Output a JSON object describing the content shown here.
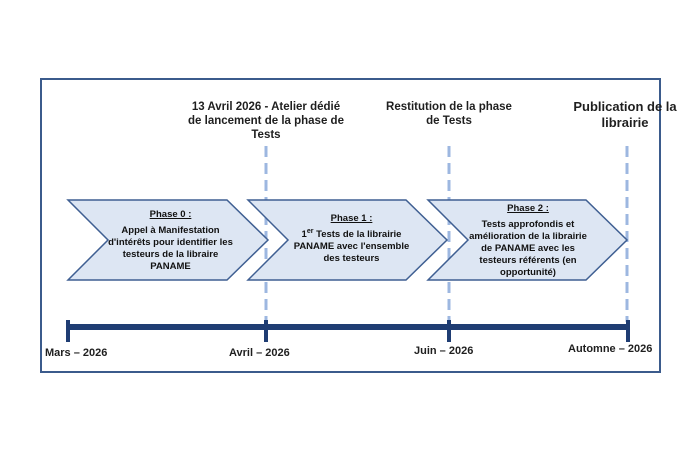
{
  "milestones": [
    {
      "text": "13 Avril 2026 - Atelier dédié de lancement de la phase de Tests"
    },
    {
      "text": "Restitution de la phase de Tests"
    },
    {
      "text": "Publication de la librairie"
    }
  ],
  "phases": [
    {
      "title": "Phase 0 :",
      "desc": "Appel à Manifestation d'intérêts pour identifier les testeurs de la libraire PANAME"
    },
    {
      "title": "Phase 1 :",
      "desc_sup": "er",
      "desc_prefix": "1",
      "desc_rest": " Tests de la librairie PANAME avec l'ensemble des testeurs"
    },
    {
      "title": "Phase 2 :",
      "desc": "Tests approfondis et amélioration de la librairie de PANAME avec les testeurs référents (en opportunité)"
    }
  ],
  "dates": [
    "Mars – 2026",
    "Avril – 2026",
    "Juin – 2026",
    "Automne – 2026"
  ],
  "colors": {
    "frame": "#3b5b8c",
    "arrow_fill": "#dde6f3",
    "arrow_stroke": "#3f5f92",
    "timeline": "#1f3d73",
    "dashed": "#9db7e0"
  }
}
